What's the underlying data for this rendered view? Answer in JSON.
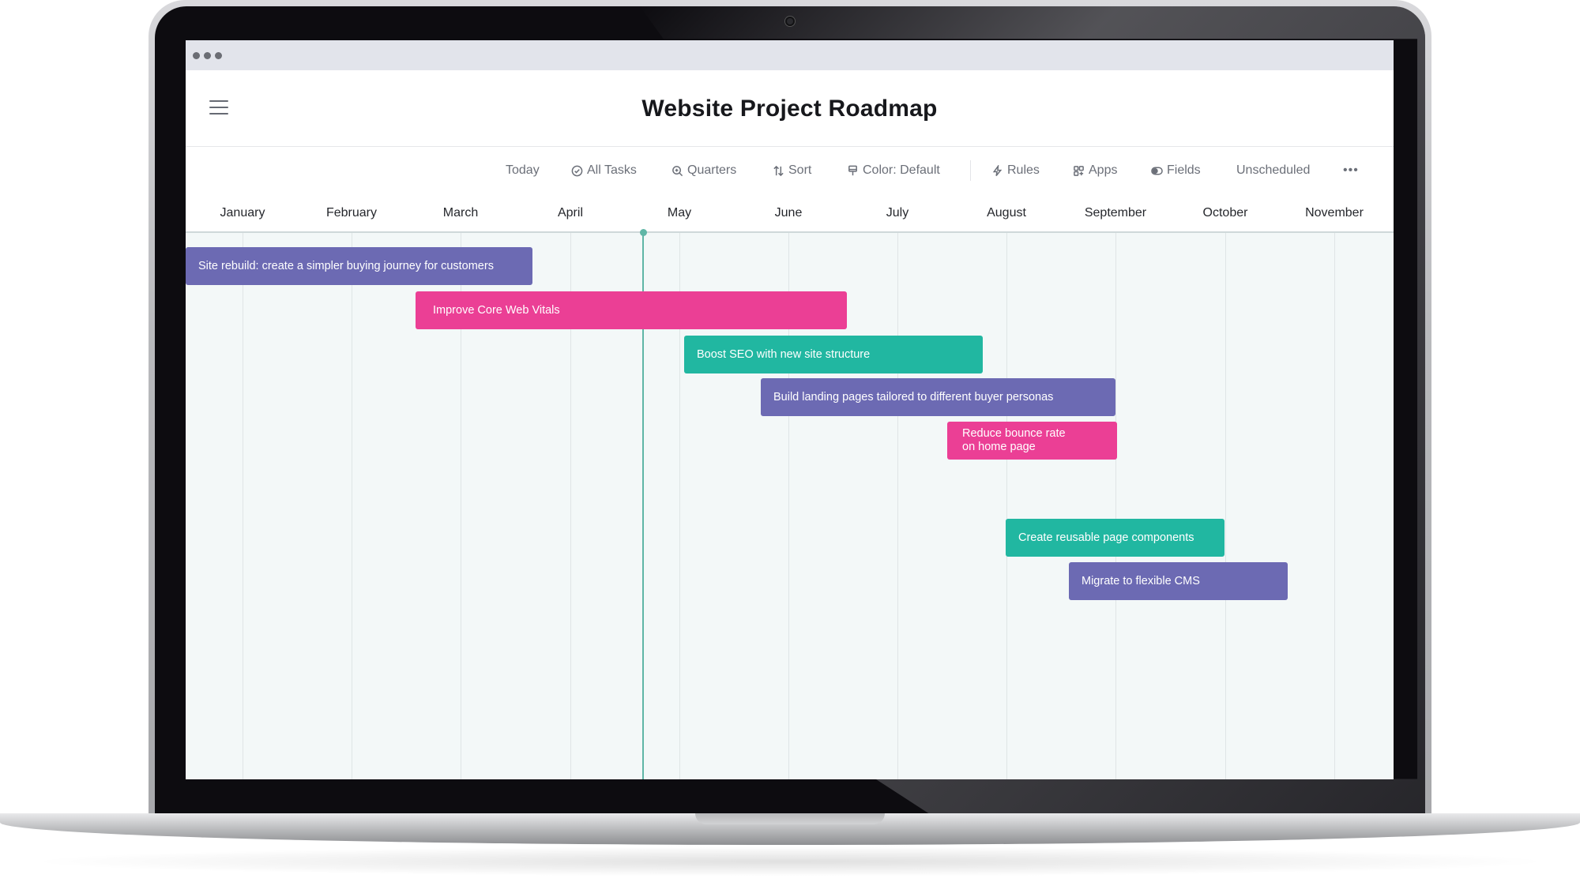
{
  "window": {
    "title": "Website Project Roadmap"
  },
  "toolbar": {
    "today": "Today",
    "all_tasks": "All Tasks",
    "quarters": "Quarters",
    "sort": "Sort",
    "color": "Color: Default",
    "rules": "Rules",
    "apps": "Apps",
    "fields": "Fields",
    "unscheduled": "Unscheduled",
    "more": "•••"
  },
  "months": [
    "January",
    "February",
    "March",
    "April",
    "May",
    "June",
    "July",
    "August",
    "September",
    "October",
    "November"
  ],
  "colors": {
    "purple": "#6c6ab3",
    "pink": "#eb3f95",
    "teal": "#21b7a1",
    "today_line": "#5fb6a6"
  },
  "tasks": [
    {
      "label": "Site rebuild: create a simpler buying journey for customers",
      "color": "purple"
    },
    {
      "label": "Improve Core Web Vitals",
      "color": "pink"
    },
    {
      "label": "Boost SEO with new site structure",
      "color": "teal"
    },
    {
      "label": "Build landing pages tailored to different buyer personas",
      "color": "purple"
    },
    {
      "label": "Reduce bounce rate on home page",
      "label_line1": "Reduce bounce rate",
      "label_line2": "on home page",
      "color": "pink"
    },
    {
      "label": "Create reusable page components",
      "color": "teal"
    },
    {
      "label": "Migrate to flexible CMS",
      "color": "purple"
    }
  ]
}
